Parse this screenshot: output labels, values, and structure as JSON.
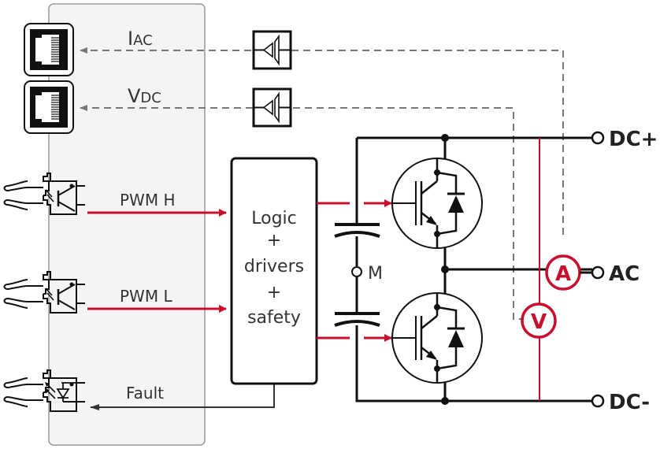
{
  "diagram": {
    "title": "Half-bridge IGBT module interface",
    "colors": {
      "signal_red": "#c8102e",
      "line_black": "#111111",
      "dashed_gray": "#777777",
      "panel_fill": "#f4f4f4",
      "panel_border": "#999999"
    },
    "connectors": [
      {
        "id": "iac",
        "type": "rj45-connector",
        "label_main": "I",
        "label_sub": "AC"
      },
      {
        "id": "vdc",
        "type": "rj45-connector",
        "label_main": "V",
        "label_sub": "DC"
      }
    ],
    "isolators": [
      {
        "id": "iac-isolator",
        "type": "signal-isolator"
      },
      {
        "id": "vdc-isolator",
        "type": "signal-isolator"
      }
    ],
    "optical_links": [
      {
        "id": "pwm-h",
        "label": "PWM H",
        "direction": "in",
        "type": "fiber-receiver-phototransistor"
      },
      {
        "id": "pwm-l",
        "label": "PWM L",
        "direction": "in",
        "type": "fiber-receiver-phototransistor"
      },
      {
        "id": "fault",
        "label": "Fault",
        "direction": "out",
        "type": "fiber-transmitter-led"
      }
    ],
    "logic_block": {
      "lines": [
        "Logic",
        "+",
        "drivers",
        "+",
        "safety"
      ]
    },
    "midpoint_label": "M",
    "terminals": [
      {
        "id": "dc-plus",
        "label": "DC+"
      },
      {
        "id": "ac",
        "label": "AC"
      },
      {
        "id": "dc-minus",
        "label": "DC-"
      }
    ],
    "meters": [
      {
        "id": "ammeter",
        "symbol": "A"
      },
      {
        "id": "voltmeter",
        "symbol": "V"
      }
    ],
    "switches": [
      {
        "id": "igbt-high",
        "type": "igbt-with-diode"
      },
      {
        "id": "igbt-low",
        "type": "igbt-with-diode"
      }
    ]
  }
}
